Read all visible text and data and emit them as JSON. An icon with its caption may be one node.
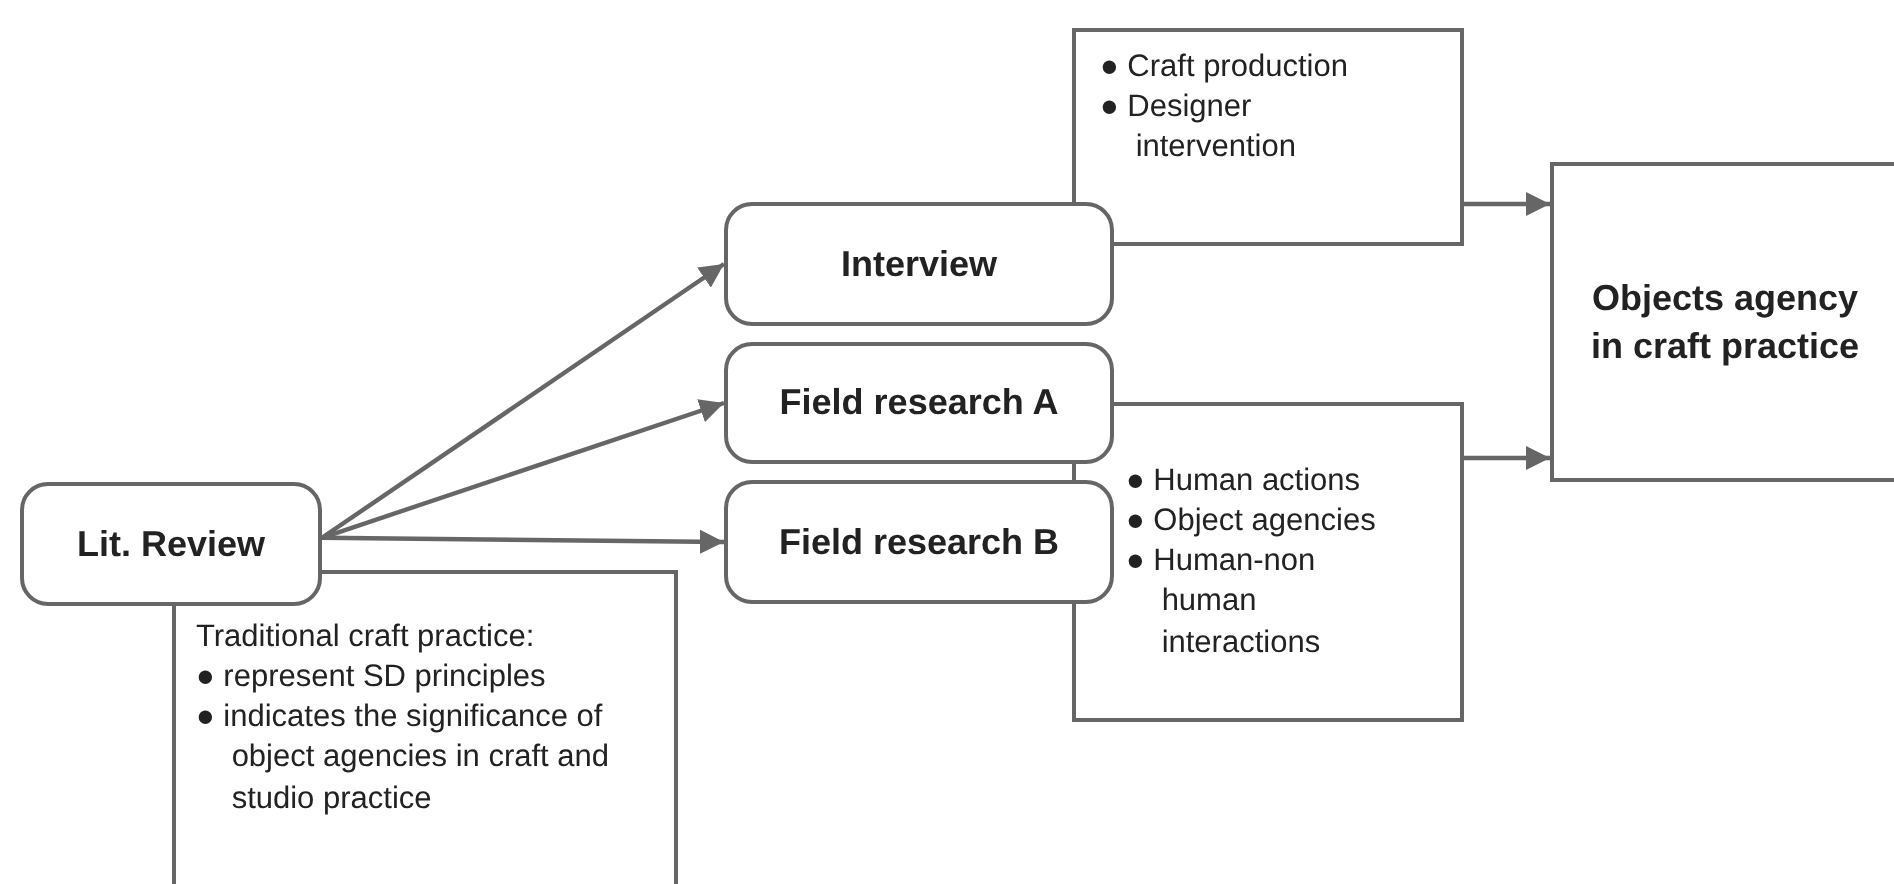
{
  "diagram": {
    "nodes": [
      {
        "text": [
          "Lit. Review"
        ]
      },
      {
        "text": [
          "Traditional craft practice:",
          "● represent SD principles",
          "● indicates the significance of object agencies in craft and studio practice"
        ]
      },
      {
        "text": [
          "● Craft production",
          "● Designer intervention"
        ]
      },
      {
        "text": [
          "Interview"
        ]
      },
      {
        "text": [
          "Field research A"
        ]
      },
      {
        "text": [
          "Field research B"
        ]
      },
      {
        "text": [
          "● Human actions",
          "● Object agencies",
          "● Human-non human interactions"
        ]
      },
      {
        "text": [
          "Objects agency in craft practice"
        ]
      }
    ],
    "edges": [
      {
        "from": 0,
        "to": 3,
        "arrow": "to"
      },
      {
        "from": 0,
        "to": 4,
        "arrow": "to"
      },
      {
        "from": 0,
        "to": 5,
        "arrow": "to"
      },
      {
        "from": 2,
        "to": 7,
        "arrow": "to"
      },
      {
        "from": 6,
        "to": 7,
        "arrow": "to"
      }
    ]
  }
}
